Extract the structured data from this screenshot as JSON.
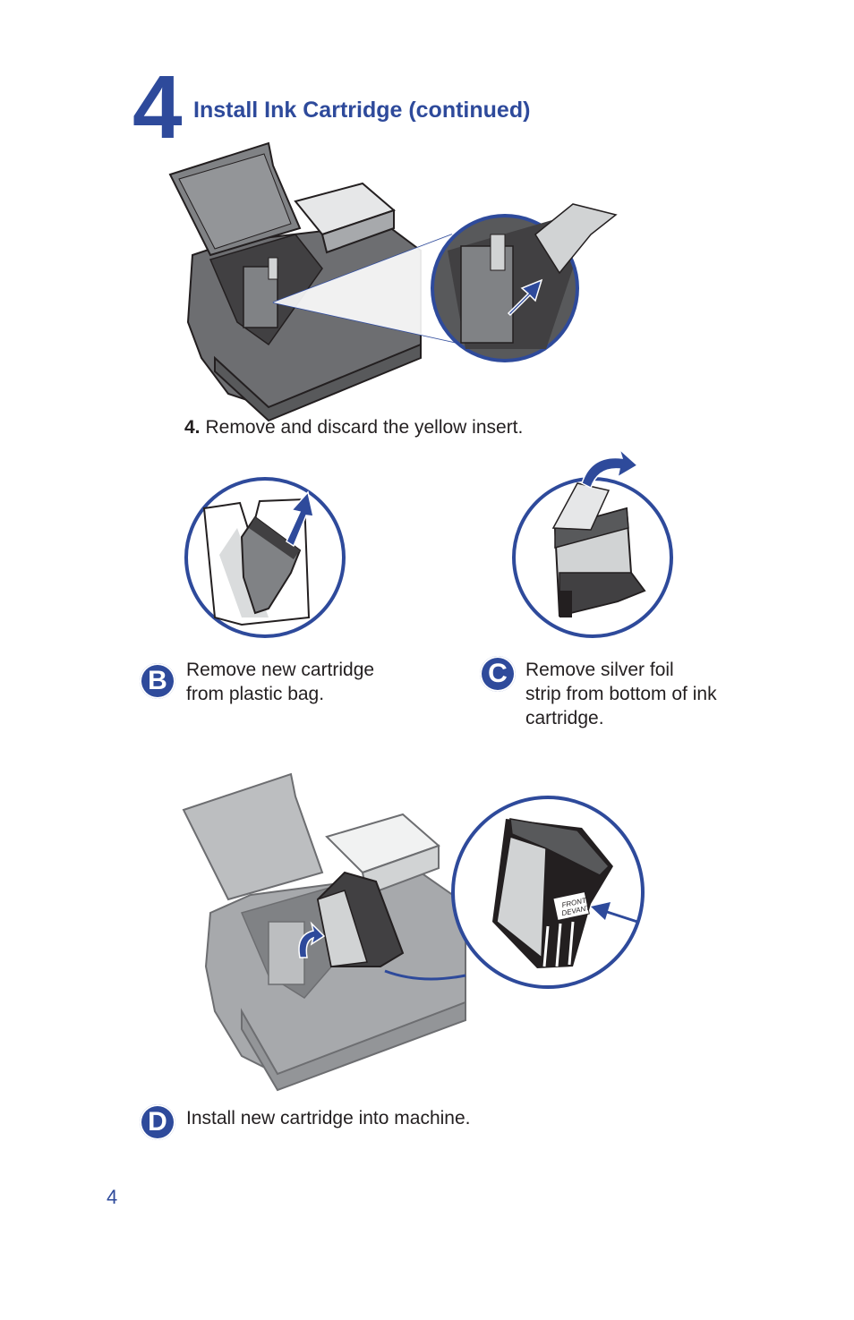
{
  "header": {
    "step_number": "4",
    "title": "Install Ink Cartridge (continued)"
  },
  "instruction": {
    "number": "4.",
    "text": "Remove and discard the yellow insert."
  },
  "steps": [
    {
      "letter": "B",
      "text_line1": "Remove new cartridge",
      "text_line2": "from plastic bag.",
      "text_line3": ""
    },
    {
      "letter": "C",
      "text_line1": "Remove silver foil",
      "text_line2": "strip from bottom of ink",
      "text_line3": "cartridge."
    },
    {
      "letter": "D",
      "text_line1": "Install new cartridge into machine.",
      "text_line2": "",
      "text_line3": ""
    }
  ],
  "cartridge_label": {
    "line1": "FRONT",
    "line2": "DEVANT"
  },
  "footer": {
    "page_number": "4"
  },
  "colors": {
    "accent": "#2e4a9b",
    "text": "#231f20"
  },
  "icons": [
    "upward-arrow-icon",
    "curved-arrow-icon",
    "pointer-arrow-icon"
  ]
}
